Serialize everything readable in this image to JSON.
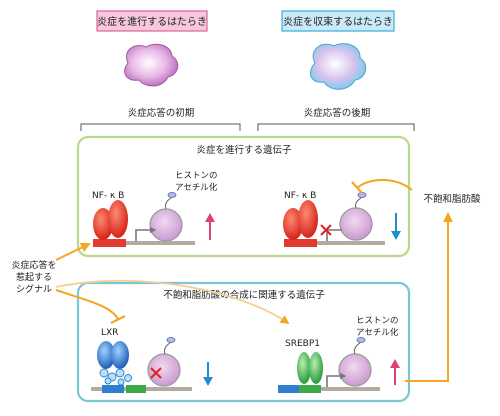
{
  "header": {
    "left_box": "炎症を進行するはたらき",
    "right_box": "炎症を収束するはたらき",
    "early_phase": "炎症応答の初期",
    "late_phase": "炎症応答の後期"
  },
  "top_panel": {
    "title": "炎症を進行する遺伝子",
    "left_factor": "NF- κ B",
    "right_factor": "NF- κ B",
    "histone_label_line1": "ヒストンの",
    "histone_label_line2": "アセチル化"
  },
  "left_trigger": {
    "line1": "炎症応答を",
    "line2": "惹起する",
    "line3": "シグナル"
  },
  "right_side": {
    "fatty_acid": "不飽和脂肪酸"
  },
  "bottom_panel": {
    "title": "不飽和脂肪酸の合成に関連する遺伝子",
    "left_factor": "LXR",
    "right_factor": "SREBP1",
    "histone_label_line1": "ヒストンの",
    "histone_label_line2": "アセチル化"
  },
  "colors": {
    "pink_box_fill": "#f7c8dc",
    "pink_box_border": "#e0609a",
    "blue_box_fill": "#c9eaf7",
    "blue_box_border": "#3aaed8",
    "top_panel_border": "#b9d98a",
    "bottom_panel_border": "#7ac6d4",
    "arrow_orange": "#f5a623",
    "up_arrow_pink": "#e0407a",
    "down_arrow_blue": "#1f8fd0",
    "nfkb_red": "#e23a2e",
    "lxr_blue": "#2f7fd1",
    "srebp_green": "#3aaa4a"
  }
}
